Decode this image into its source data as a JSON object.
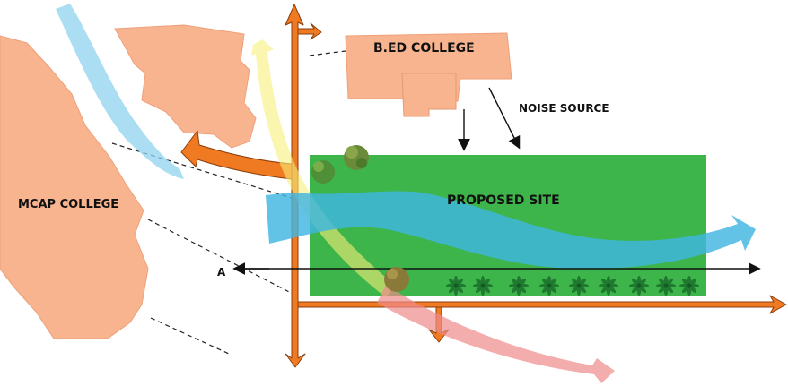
{
  "labels": {
    "bed_college": "B.ED COLLEGE",
    "noise_source": "NOISE SOURCE",
    "proposed_site": "PROPOSED SITE",
    "mcap_college": "MCAP COLLEGE",
    "section_marker": "A"
  },
  "colors": {
    "building": "#f8b48f",
    "site": "#3db54a",
    "road": "#f07a22",
    "road_outline": "#8a3d0c",
    "wind": "#3fb6e2",
    "sun_yellow": "#f6ee7a",
    "sun_red": "#f08a8a",
    "tree_green": "#2e9a3c",
    "tree_brown": "#8a7a3a",
    "line": "#111111"
  },
  "icons": {
    "tree": "tree-icon",
    "palm": "palm-icon"
  }
}
